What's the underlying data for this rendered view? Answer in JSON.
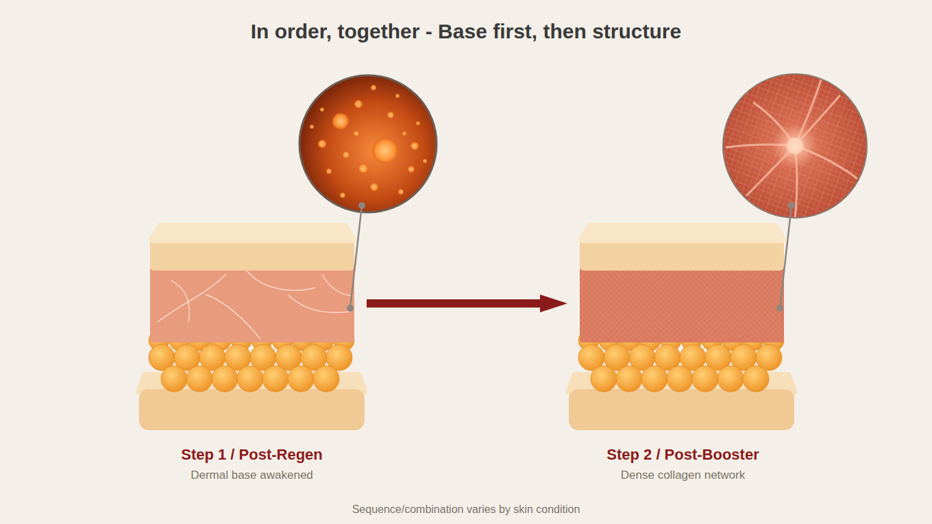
{
  "diagram": {
    "title": "In order, together - Base first, then structure",
    "caption": "Sequence/combination varies by skin condition",
    "nodes": [
      {
        "text": [
          "Step 1 / Post-Regen",
          "Dermal base awakened"
        ]
      },
      {
        "text": [
          "Step 2 / Post-Booster",
          "Dense collagen network"
        ]
      }
    ],
    "edges": [
      {
        "from": 0,
        "to": 1,
        "arrow": "to"
      }
    ]
  }
}
